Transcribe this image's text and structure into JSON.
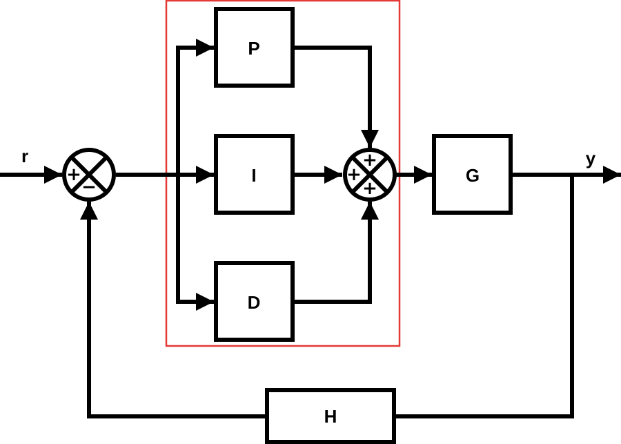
{
  "signals": {
    "input": "r",
    "output": "y"
  },
  "blocks": {
    "p": "P",
    "i": "I",
    "d": "D",
    "plant": "G",
    "feedback": "H"
  },
  "junctions": {
    "error_sum": {
      "plus": "+",
      "minus": "−"
    },
    "pid_sum": {
      "top": "+",
      "left": "+",
      "bottom": "+"
    }
  },
  "colors": {
    "controller_highlight": "#e53935",
    "line": "#000000",
    "background": "#ffffff"
  }
}
